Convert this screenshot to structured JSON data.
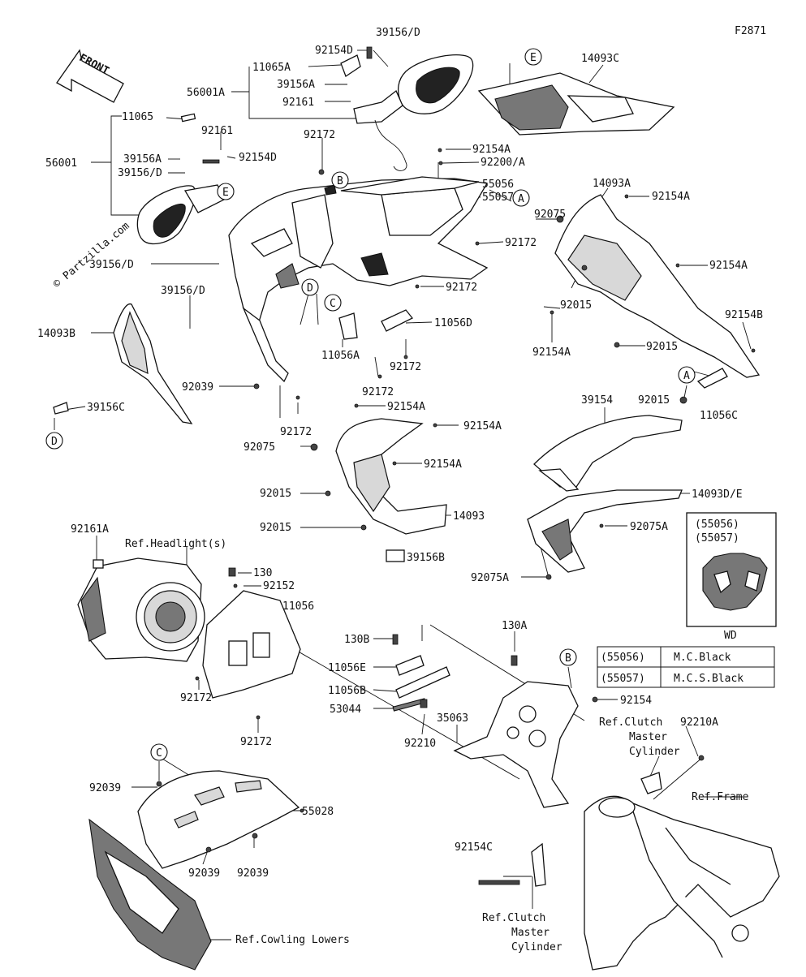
{
  "diagram": {
    "code": "F2871",
    "front_label": "FRONT",
    "watermark": "© Partzilla.com",
    "callouts": [
      {
        "id": "c-11065",
        "text": "11065"
      },
      {
        "id": "c-92161",
        "text": "92161"
      },
      {
        "id": "c-39156a-l",
        "text": "39156A"
      },
      {
        "id": "c-39156d-l",
        "text": "39156/D"
      },
      {
        "id": "c-92154d-l",
        "text": "92154D"
      },
      {
        "id": "c-56001",
        "text": "56001"
      },
      {
        "id": "c-92154d-t",
        "text": "92154D"
      },
      {
        "id": "c-39156d-t",
        "text": "39156/D"
      },
      {
        "id": "c-11065a",
        "text": "11065A"
      },
      {
        "id": "c-56001a",
        "text": "56001A"
      },
      {
        "id": "c-39156a-t",
        "text": "39156A"
      },
      {
        "id": "c-92161-t",
        "text": "92161"
      },
      {
        "id": "c-14093c",
        "text": "14093C"
      },
      {
        "id": "c-92172-t",
        "text": "92172"
      },
      {
        "id": "c-92154a-t",
        "text": "92154A"
      },
      {
        "id": "c-92200a",
        "text": "92200/A"
      },
      {
        "id": "c-55056",
        "text": "55056"
      },
      {
        "id": "c-55057",
        "text": "55057"
      },
      {
        "id": "c-14093a",
        "text": "14093A"
      },
      {
        "id": "c-92075-r",
        "text": "92075"
      },
      {
        "id": "c-92154a-r1",
        "text": "92154A"
      },
      {
        "id": "c-92172-m",
        "text": "92172"
      },
      {
        "id": "c-92154a-r2",
        "text": "92154A"
      },
      {
        "id": "c-39156d-m",
        "text": "39156/D"
      },
      {
        "id": "c-92172-m2",
        "text": "92172"
      },
      {
        "id": "c-92015-r1",
        "text": "92015"
      },
      {
        "id": "c-92154b",
        "text": "92154B"
      },
      {
        "id": "c-39156d-l2",
        "text": "39156/D"
      },
      {
        "id": "c-14093b",
        "text": "14093B"
      },
      {
        "id": "c-11056d",
        "text": "11056D"
      },
      {
        "id": "c-92154a-r3",
        "text": "92154A"
      },
      {
        "id": "c-92015-r2",
        "text": "92015"
      },
      {
        "id": "c-11056a",
        "text": "11056A"
      },
      {
        "id": "c-92172-b1",
        "text": "92172"
      },
      {
        "id": "c-92039-l",
        "text": "92039"
      },
      {
        "id": "c-92172-b2",
        "text": "92172"
      },
      {
        "id": "c-11056c",
        "text": "11056C"
      },
      {
        "id": "c-39156c",
        "text": "39156C"
      },
      {
        "id": "c-39154",
        "text": "39154"
      },
      {
        "id": "c-92015-r3",
        "text": "92015"
      },
      {
        "id": "c-92154a-m1",
        "text": "92154A"
      },
      {
        "id": "c-92154a-m2",
        "text": "92154A"
      },
      {
        "id": "c-92172-m3",
        "text": "92172"
      },
      {
        "id": "c-92075-m",
        "text": "92075"
      },
      {
        "id": "c-92154a-m3",
        "text": "92154A"
      },
      {
        "id": "c-14093de",
        "text": "14093D/E"
      },
      {
        "id": "c-92015-m1",
        "text": "92015"
      },
      {
        "id": "c-92075a-1",
        "text": "92075A"
      },
      {
        "id": "c-14093",
        "text": "14093"
      },
      {
        "id": "c-92015-m2",
        "text": "92015"
      },
      {
        "id": "c-39156b",
        "text": "39156B"
      },
      {
        "id": "c-92075a-2",
        "text": "92075A"
      },
      {
        "id": "c-92161a",
        "text": "92161A"
      },
      {
        "id": "c-ref-headlight",
        "text": "Ref.Headlight(s)"
      },
      {
        "id": "c-130",
        "text": "130"
      },
      {
        "id": "c-92152",
        "text": "92152"
      },
      {
        "id": "c-11056",
        "text": "11056"
      },
      {
        "id": "c-130a",
        "text": "130A"
      },
      {
        "id": "c-130b",
        "text": "130B"
      },
      {
        "id": "c-11056e",
        "text": "11056E"
      },
      {
        "id": "c-11056b",
        "text": "11056B"
      },
      {
        "id": "c-53044",
        "text": "53044"
      },
      {
        "id": "c-35063",
        "text": "35063"
      },
      {
        "id": "c-92154",
        "text": "92154"
      },
      {
        "id": "c-92210",
        "text": "92210"
      },
      {
        "id": "c-92172-l1",
        "text": "92172"
      },
      {
        "id": "c-92172-l2",
        "text": "92172"
      },
      {
        "id": "c-ref-clutch-1",
        "text": "Ref.Clutch"
      },
      {
        "id": "c-ref-clutch-2",
        "text": "Master"
      },
      {
        "id": "c-ref-clutch-3",
        "text": "Cylinder"
      },
      {
        "id": "c-92210a",
        "text": "92210A"
      },
      {
        "id": "c-ref-frame",
        "text": "Ref.Frame"
      },
      {
        "id": "c-92039-b1",
        "text": "92039"
      },
      {
        "id": "c-55028",
        "text": "55028"
      },
      {
        "id": "c-92039-b2",
        "text": "92039"
      },
      {
        "id": "c-92039-b3",
        "text": "92039"
      },
      {
        "id": "c-92154c",
        "text": "92154C"
      },
      {
        "id": "c-ref-clutch-b1",
        "text": "Ref.Clutch"
      },
      {
        "id": "c-ref-clutch-b2",
        "text": "Master"
      },
      {
        "id": "c-ref-clutch-b3",
        "text": "Cylinder"
      },
      {
        "id": "c-ref-cowling",
        "text": "Ref.Cowling Lowers"
      }
    ],
    "circle_labels": [
      {
        "id": "o-e-top",
        "text": "E"
      },
      {
        "id": "o-b-top",
        "text": "B"
      },
      {
        "id": "o-e-mid",
        "text": "E"
      },
      {
        "id": "o-a-mid",
        "text": "A"
      },
      {
        "id": "o-d-mid",
        "text": "D"
      },
      {
        "id": "o-c-mid",
        "text": "C"
      },
      {
        "id": "o-a-right",
        "text": "A"
      },
      {
        "id": "o-d-left",
        "text": "D"
      },
      {
        "id": "o-b-bot",
        "text": "B"
      },
      {
        "id": "o-c-bot",
        "text": "C"
      }
    ],
    "inset": {
      "label_1": "(55056)",
      "label_2": "(55057)",
      "caption": "WD"
    },
    "color_table": {
      "rows": [
        {
          "code": "(55056)",
          "color": "M.C.Black"
        },
        {
          "code": "(55057)",
          "color": "M.C.S.Black"
        }
      ]
    }
  }
}
